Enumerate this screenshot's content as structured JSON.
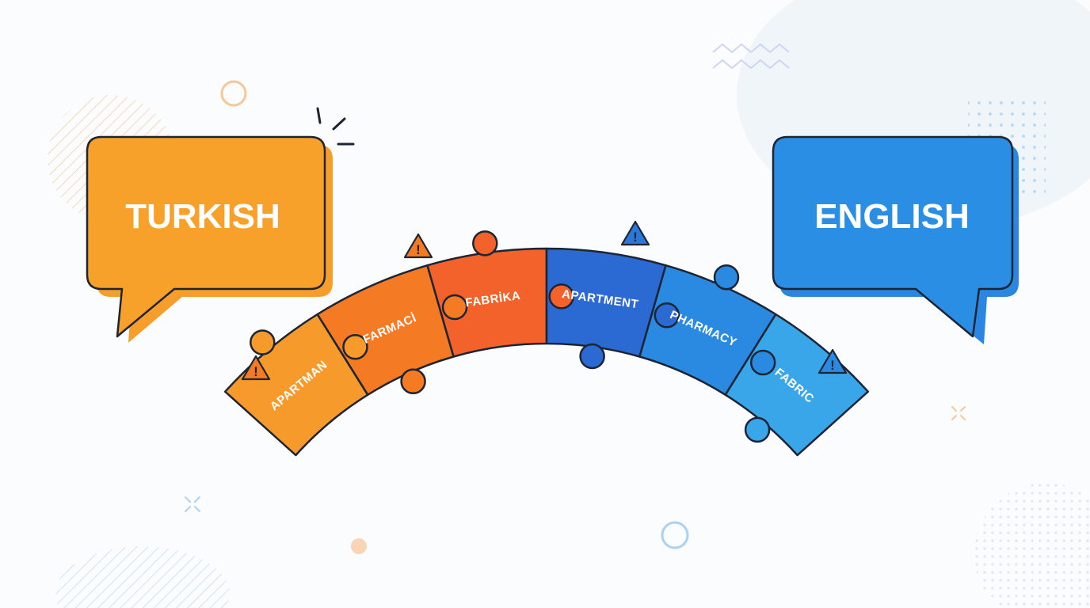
{
  "bubbles": {
    "left": {
      "label": "TURKISH",
      "color": "#f7a02a",
      "shadow": "#f59e2b"
    },
    "right": {
      "label": "ENGLISH",
      "color": "#2b8ee5",
      "shadow": "#2a86e0"
    }
  },
  "puzzle": {
    "turkish_pieces": [
      {
        "label": "APARTMAN",
        "color": "#f59a2b"
      },
      {
        "label": "FARMACİ",
        "color": "#f47a24"
      },
      {
        "label": "FABRİKA",
        "color": "#f3622a"
      }
    ],
    "english_pieces": [
      {
        "label": "APARTMENT",
        "color": "#2c6ad3"
      },
      {
        "label": "PHARMACY",
        "color": "#2a8ae2"
      },
      {
        "label": "FABRIC",
        "color": "#3aa6ea"
      }
    ]
  },
  "warnings": [
    {
      "symbol": "!",
      "color": "#f47a24"
    },
    {
      "symbol": "!",
      "color": "#f47a24"
    },
    {
      "symbol": "!",
      "color": "#2a78d8"
    },
    {
      "symbol": "!",
      "color": "#2a8ae2"
    }
  ],
  "colors": {
    "outline": "#1d2433",
    "text_on_piece": "#ffffff",
    "deco_orange": "#f7c79a",
    "deco_blue": "#a9d2f4",
    "deco_zigzag": "#cdd3f0"
  }
}
